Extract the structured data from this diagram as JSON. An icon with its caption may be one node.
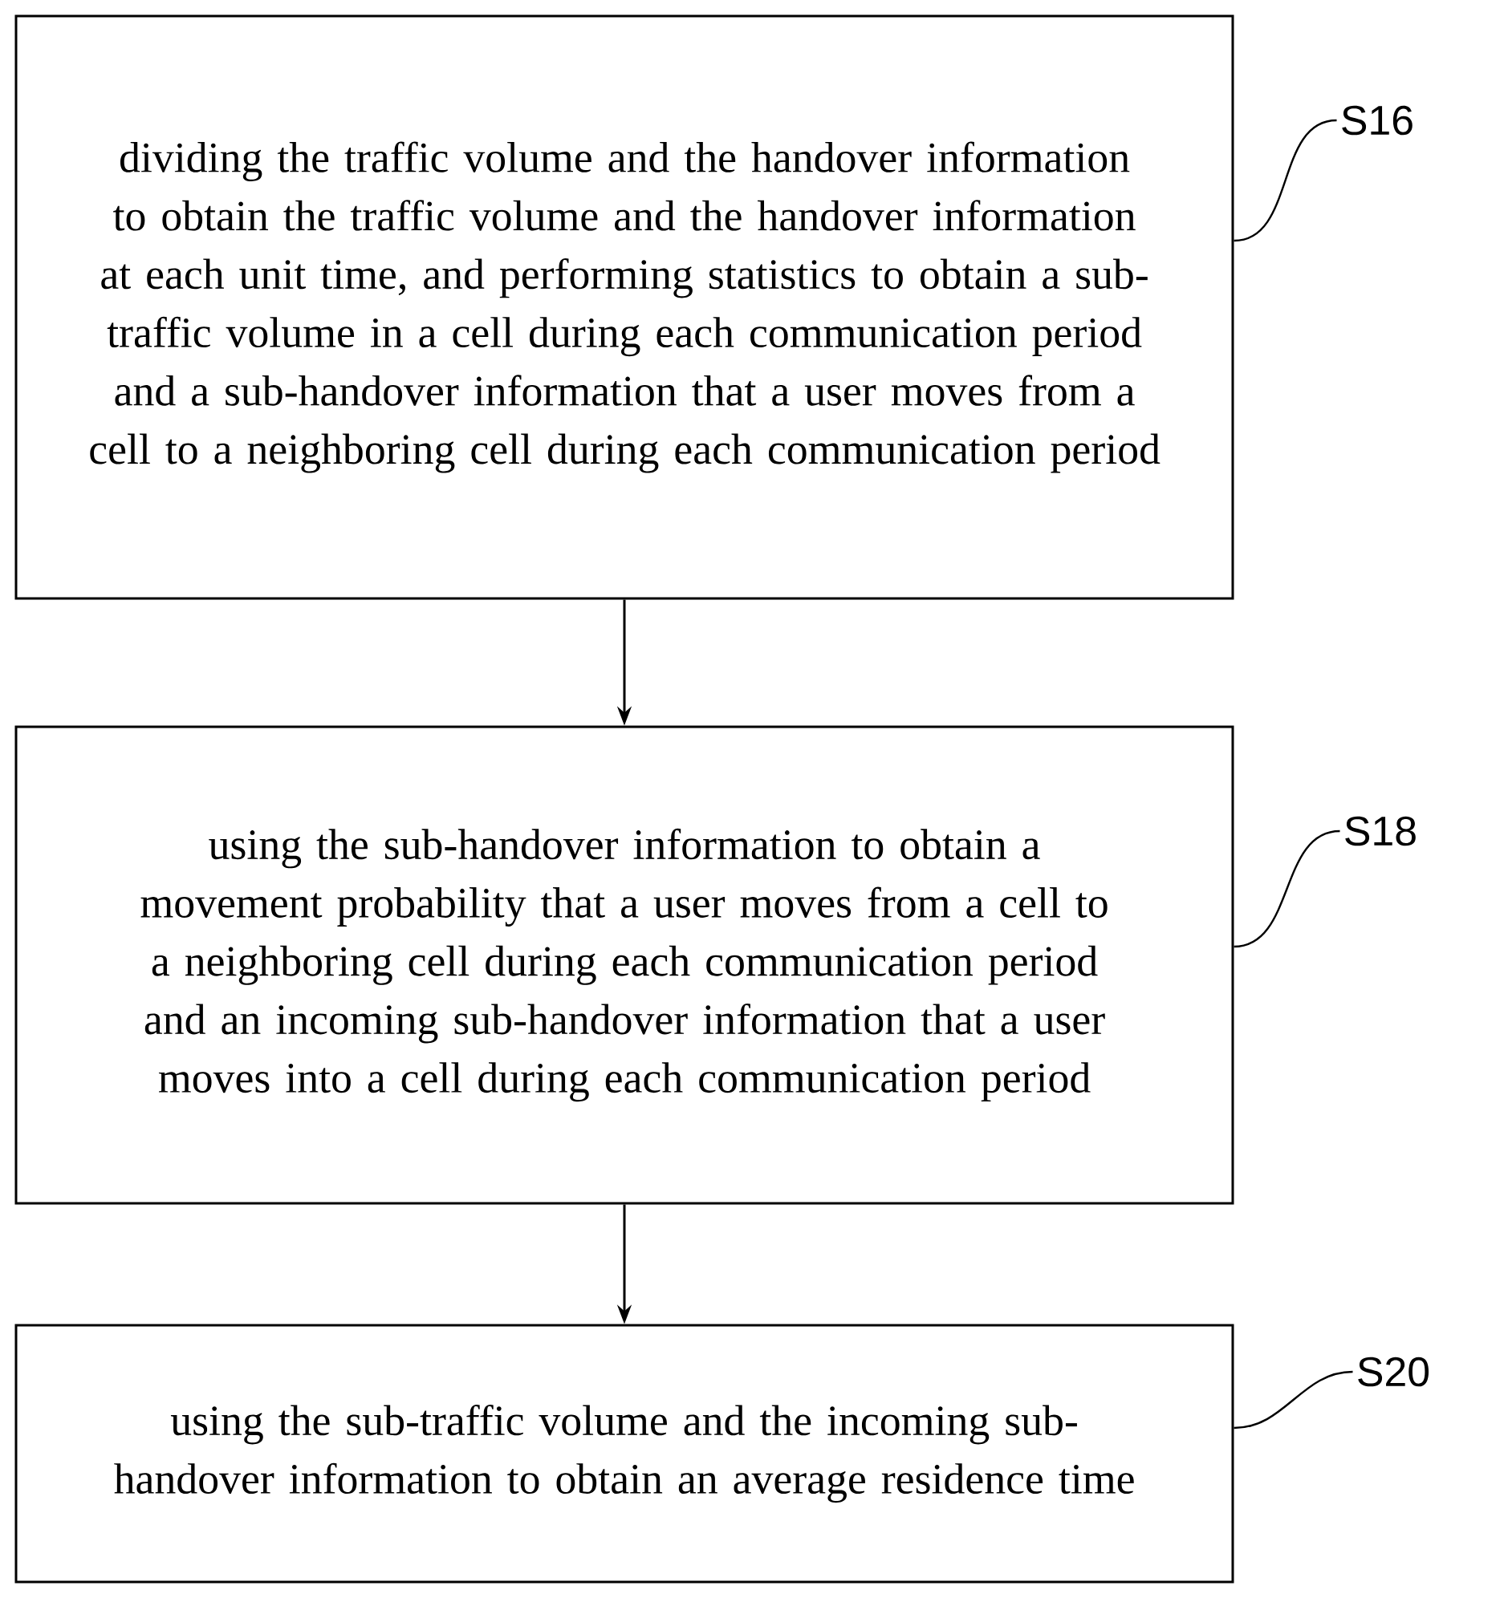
{
  "diagram": {
    "nodes": [
      {
        "text": [
          "dividing the traffic volume and the handover information to obtain the traffic volume and the handover information at each unit time, and performing statistics to obtain a sub-traffic volume in a cell during each communication period and a sub-handover information that a user moves from a cell to a neighboring cell during each communication period"
        ]
      },
      {
        "text": [
          "using the sub-handover information to obtain a movement probability that a user moves from a cell to a neighboring cell during each communication period and an incoming sub-handover information that a user moves into a cell during each communication period"
        ]
      },
      {
        "text": [
          "using the sub-traffic volume and the incoming sub-handover information to obtain an average residence time"
        ]
      },
      {
        "text": [
          "S16"
        ]
      },
      {
        "text": [
          "S18"
        ]
      },
      {
        "text": [
          "S20"
        ]
      }
    ],
    "edges": [
      {
        "from": 0,
        "to": 1,
        "arrow": "to"
      },
      {
        "from": 1,
        "to": 2,
        "arrow": "to"
      },
      {
        "from": 3,
        "to": 0,
        "arrow": "none"
      },
      {
        "from": 4,
        "to": 1,
        "arrow": "none"
      },
      {
        "from": 5,
        "to": 2,
        "arrow": "none"
      }
    ]
  }
}
